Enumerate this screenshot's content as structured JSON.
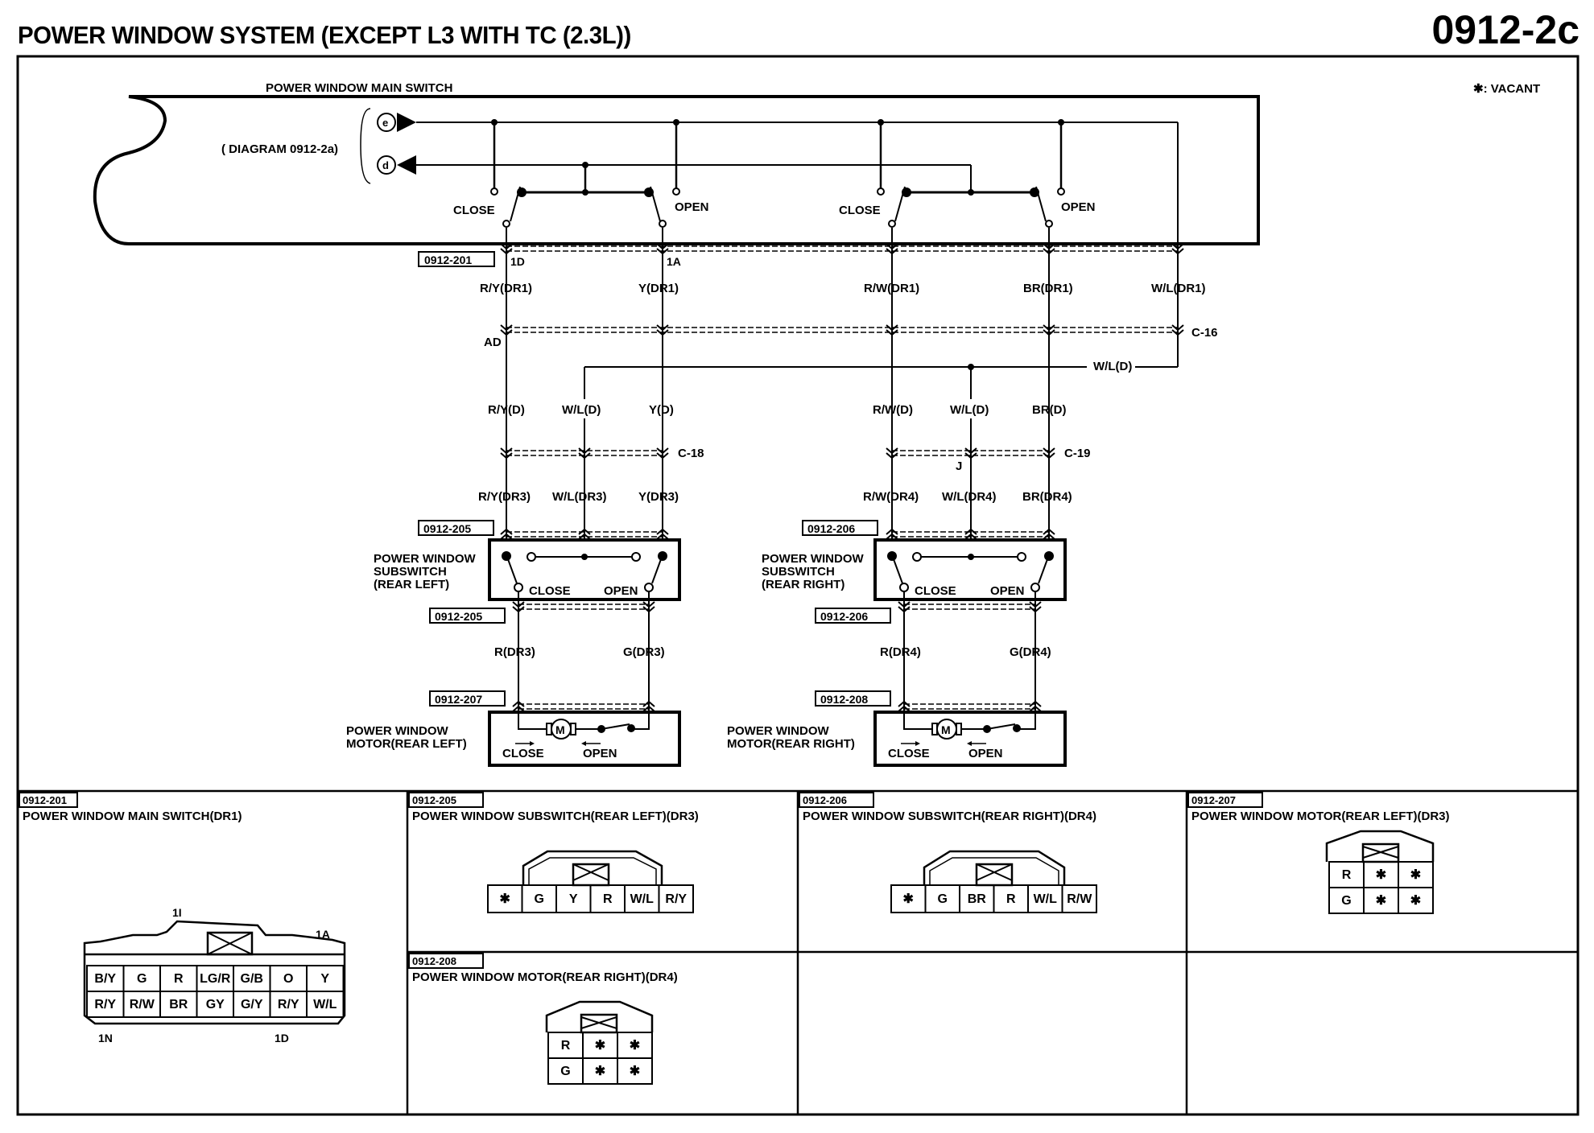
{
  "header": {
    "title": "POWER WINDOW SYSTEM (EXCEPT L3 WITH TC (2.3L))",
    "page_number": "0912-2c"
  },
  "legend": {
    "vacant_note": "✱: VACANT"
  },
  "main_switch": {
    "label": "POWER WINDOW MAIN SWITCH",
    "diagram_ref": "( DIAGRAM 0912-2a)",
    "terminal_e": "e",
    "terminal_d": "d",
    "left_close": "CLOSE",
    "left_open": "OPEN",
    "right_close": "CLOSE",
    "right_open": "OPEN",
    "connector_ref": "0912-201",
    "pin_1d": "1D",
    "pin_1a": "1A"
  },
  "wires": {
    "dr1": [
      "R/Y(DR1)",
      "Y(DR1)",
      "R/W(DR1)",
      "BR(DR1)",
      "W/L(DR1)"
    ],
    "junction_ad": "AD",
    "connector_c16": "C-16",
    "wl_d_bus": "W/L(D)",
    "left_d": [
      "R/Y(D)",
      "W/L(D)",
      "Y(D)"
    ],
    "right_d": [
      "R/W(D)",
      "W/L(D)",
      "BR(D)"
    ],
    "connector_c18": "C-18",
    "connector_c19": "C-19",
    "junction_j": "J",
    "left_dr3": [
      "R/Y(DR3)",
      "W/L(DR3)",
      "Y(DR3)"
    ],
    "right_dr4": [
      "R/W(DR4)",
      "W/L(DR4)",
      "BR(DR4)"
    ],
    "left_motor": [
      "R(DR3)",
      "G(DR3)"
    ],
    "right_motor": [
      "R(DR4)",
      "G(DR4)"
    ]
  },
  "subswitch_left": {
    "label_lines": [
      "POWER WINDOW",
      "SUBSWITCH",
      "(REAR LEFT)"
    ],
    "connector_top": "0912-205",
    "connector_bottom": "0912-205",
    "close": "CLOSE",
    "open": "OPEN"
  },
  "subswitch_right": {
    "label_lines": [
      "POWER WINDOW",
      "SUBSWITCH",
      "(REAR RIGHT)"
    ],
    "connector_top": "0912-206",
    "connector_bottom": "0912-206",
    "close": "CLOSE",
    "open": "OPEN"
  },
  "motor_left": {
    "label_lines": [
      "POWER WINDOW",
      "MOTOR(REAR LEFT)"
    ],
    "connector": "0912-207",
    "motor_symbol": "M",
    "close": "CLOSE",
    "open": "OPEN"
  },
  "motor_right": {
    "label_lines": [
      "POWER WINDOW",
      "MOTOR(REAR RIGHT)"
    ],
    "connector": "0912-208",
    "motor_symbol": "M",
    "close": "CLOSE",
    "open": "OPEN"
  },
  "connector_views": [
    {
      "ref": "0912-201",
      "title": "POWER WINDOW MAIN SWITCH(DR1)",
      "pin_labels": {
        "top_center": "1I",
        "top_right": "1A",
        "bottom_left": "1N",
        "bottom_right": "1D"
      },
      "rows": [
        [
          "B/Y",
          "G",
          "R",
          "LG/R",
          "G/B",
          "O",
          "Y"
        ],
        [
          "R/Y",
          "R/W",
          "BR",
          "GY",
          "G/Y",
          "R/Y",
          "W/L"
        ]
      ]
    },
    {
      "ref": "0912-205",
      "title": "POWER WINDOW SUBSWITCH(REAR LEFT)(DR3)",
      "rows": [
        [
          "✱",
          "G",
          "Y",
          "R",
          "W/L",
          "R/Y"
        ]
      ]
    },
    {
      "ref": "0912-206",
      "title": "POWER WINDOW SUBSWITCH(REAR RIGHT)(DR4)",
      "rows": [
        [
          "✱",
          "G",
          "BR",
          "R",
          "W/L",
          "R/W"
        ]
      ]
    },
    {
      "ref": "0912-207",
      "title": "POWER WINDOW MOTOR(REAR LEFT)(DR3)",
      "rows": [
        [
          "R",
          "✱",
          "✱"
        ],
        [
          "G",
          "✱",
          "✱"
        ]
      ]
    },
    {
      "ref": "0912-208",
      "title": "POWER WINDOW MOTOR(REAR RIGHT)(DR4)",
      "rows": [
        [
          "R",
          "✱",
          "✱"
        ],
        [
          "G",
          "✱",
          "✱"
        ]
      ]
    }
  ]
}
